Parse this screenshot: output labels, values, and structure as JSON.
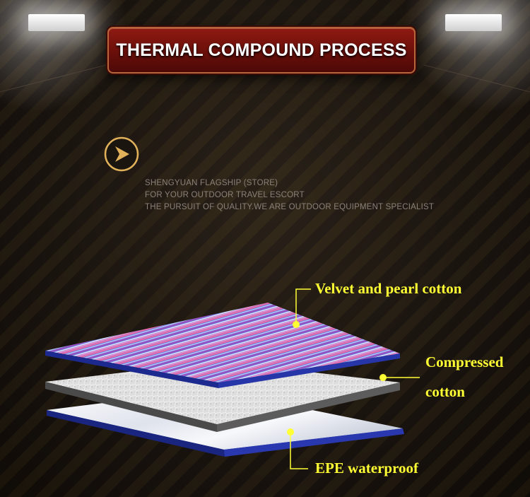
{
  "banner": {
    "title": "THERMAL COMPOUND PROCESS"
  },
  "tagline": {
    "line1": "SHENGYUAN FLAGSHIP (STORE)",
    "line2": "FOR YOUR OUTDOOR TRAVEL ESCORT",
    "line3": "THE PURSUIT OF QUALITY.WE ARE OUTDOOR EQUIPMENT SPECIALIST"
  },
  "layers": {
    "top": "Velvet and pearl cotton",
    "middle_line1": "Compressed",
    "middle_line2": "cotton",
    "bottom": "EPE waterproof"
  },
  "colors": {
    "callout_text": "#ffff33",
    "banner_red": "#8e1a12",
    "badge_gold": "#e2b25a",
    "edge_blue": "#1f2c9a"
  },
  "icons": {
    "badge": "chevron-right-icon"
  }
}
